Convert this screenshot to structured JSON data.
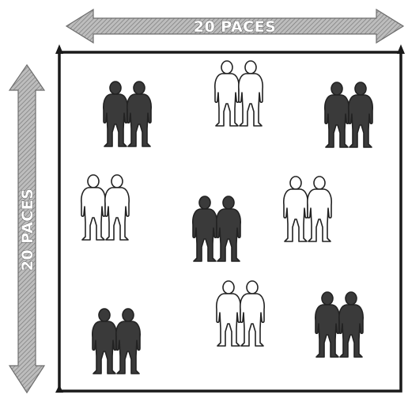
{
  "diagram": {
    "top_label": "20 PACES",
    "side_label": "20 PACES",
    "colors": {
      "field_border": "#1a1a1a",
      "arrow_fill": "#a9a9a9",
      "dark_figure": "#3a3a3a",
      "light_figure": "#ffffff"
    },
    "pairs": [
      {
        "shade": "dark"
      },
      {
        "shade": "light"
      },
      {
        "shade": "dark"
      },
      {
        "shade": "light"
      },
      {
        "shade": "dark"
      },
      {
        "shade": "light"
      },
      {
        "shade": "dark"
      },
      {
        "shade": "light"
      },
      {
        "shade": "dark"
      }
    ]
  }
}
